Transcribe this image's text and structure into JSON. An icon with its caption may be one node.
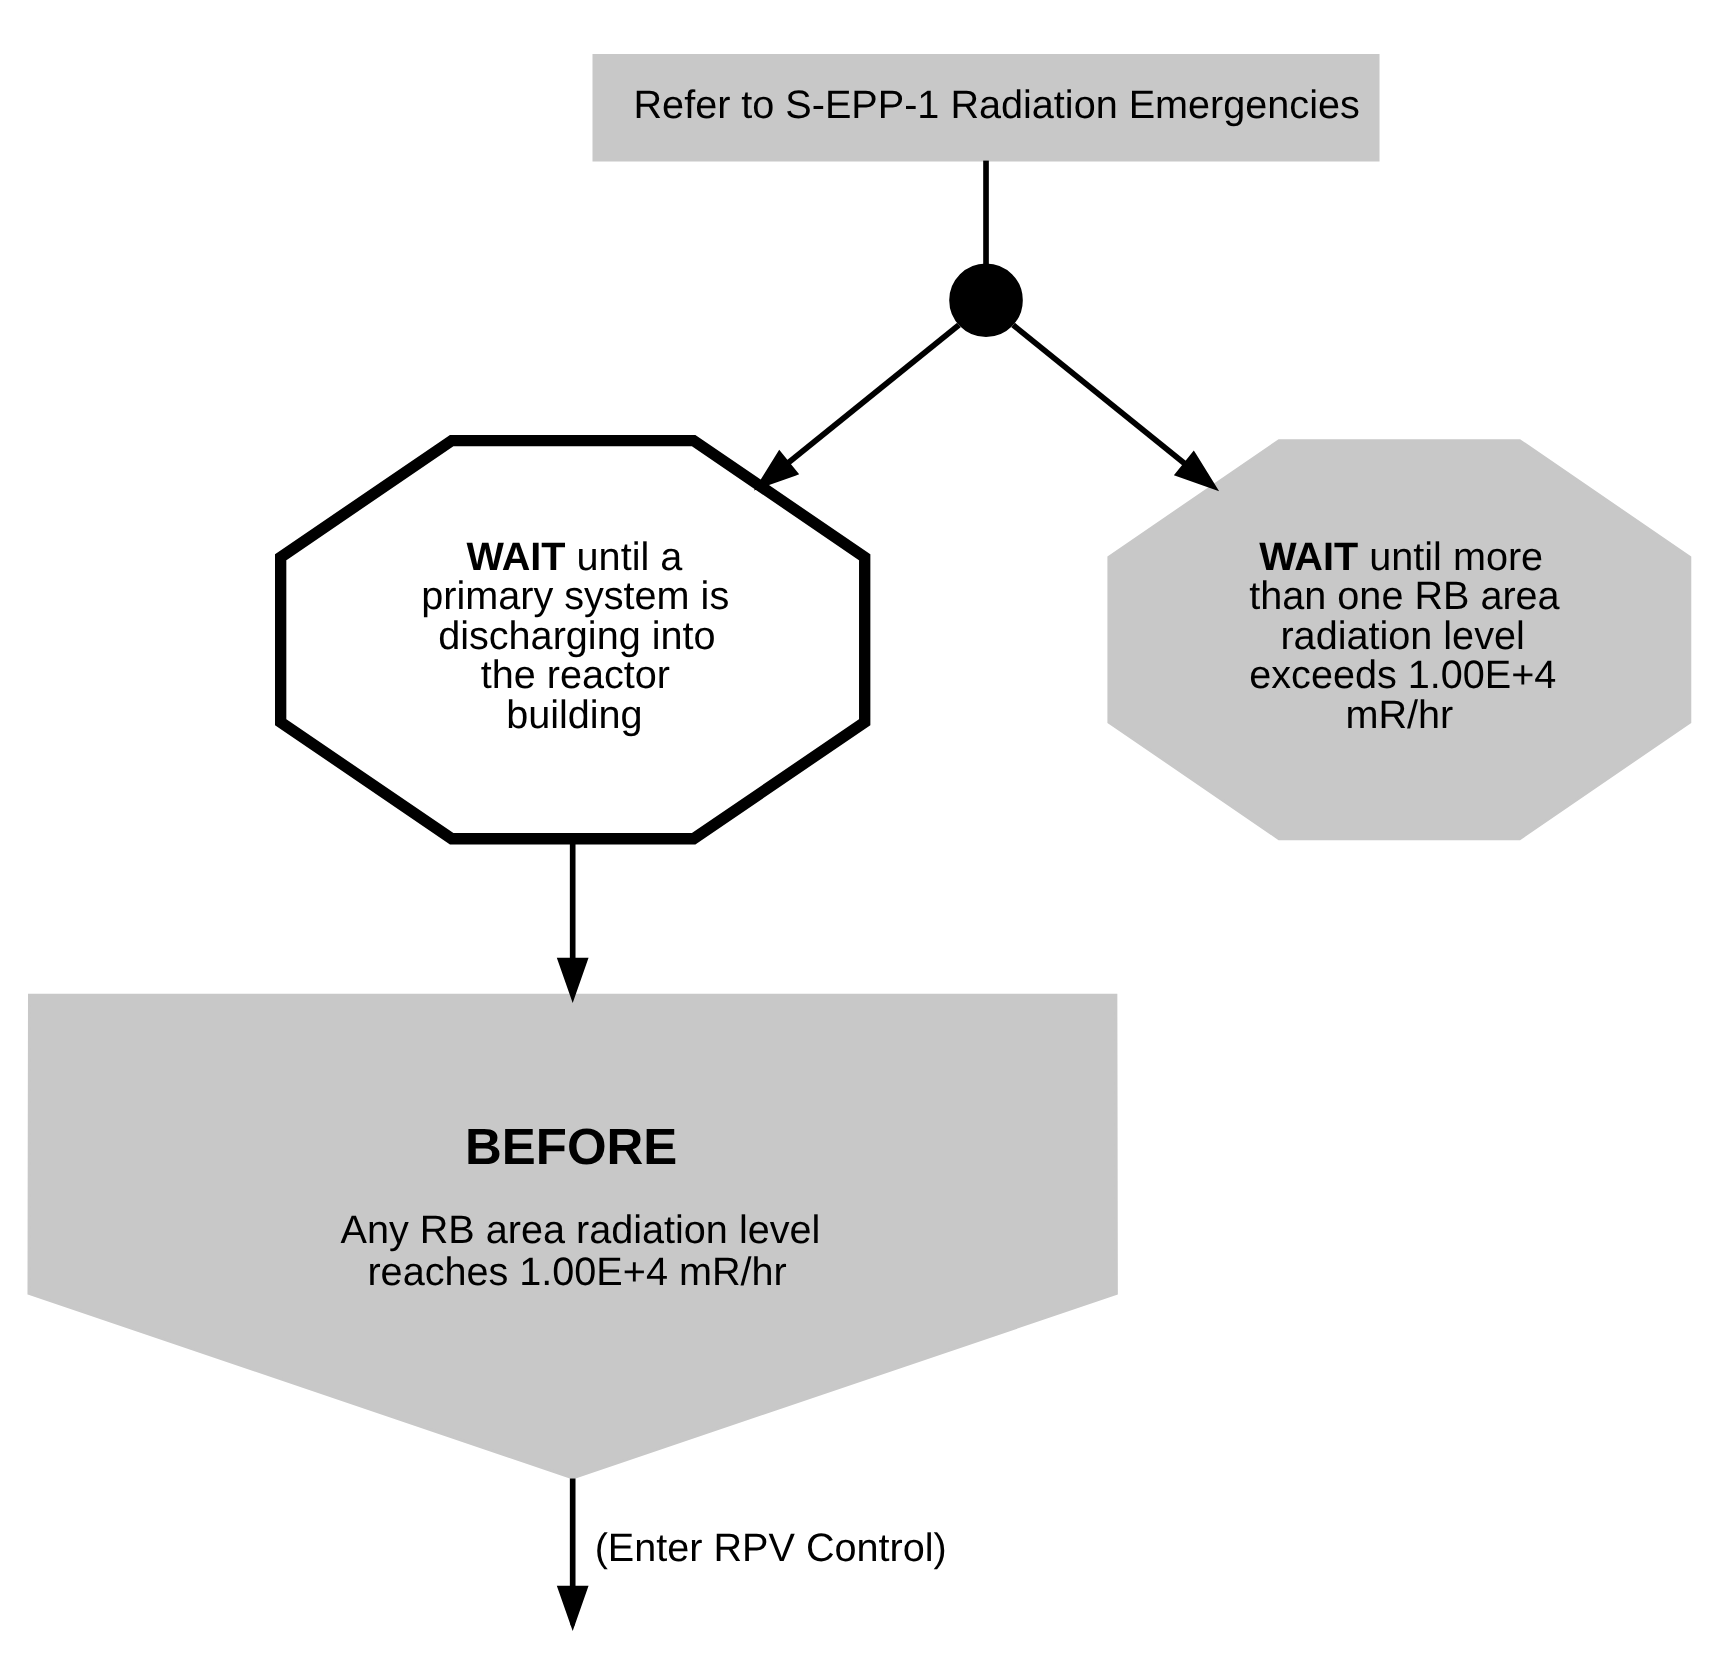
{
  "diagram": {
    "nodes": [
      {
        "text": [
          "Refer to S-EPP-1 Radiation Emergencies"
        ]
      },
      {
        "text": [],
        "shape": "circle"
      },
      {
        "text": [
          "**WAIT** until a primary system is discharging into the reactor building"
        ]
      },
      {
        "text": [
          "**WAIT** until more than one RB area radiation level exceeds 1.00E+4 mR/hr"
        ]
      },
      {
        "text": [
          "BEFORE",
          "Any RB area radiation level reaches 1.00E+4 mR/hr"
        ]
      }
    ],
    "edges": [
      {
        "from": 0,
        "to": 1,
        "arrow": "none"
      },
      {
        "from": 1,
        "to": 2,
        "arrow": "to"
      },
      {
        "from": 1,
        "to": 3,
        "arrow": "to"
      },
      {
        "from": 2,
        "to": 4,
        "arrow": "to"
      },
      {
        "from": 4,
        "to": null,
        "arrow": "to",
        "label": "(Enter RPV Control)"
      }
    ]
  }
}
